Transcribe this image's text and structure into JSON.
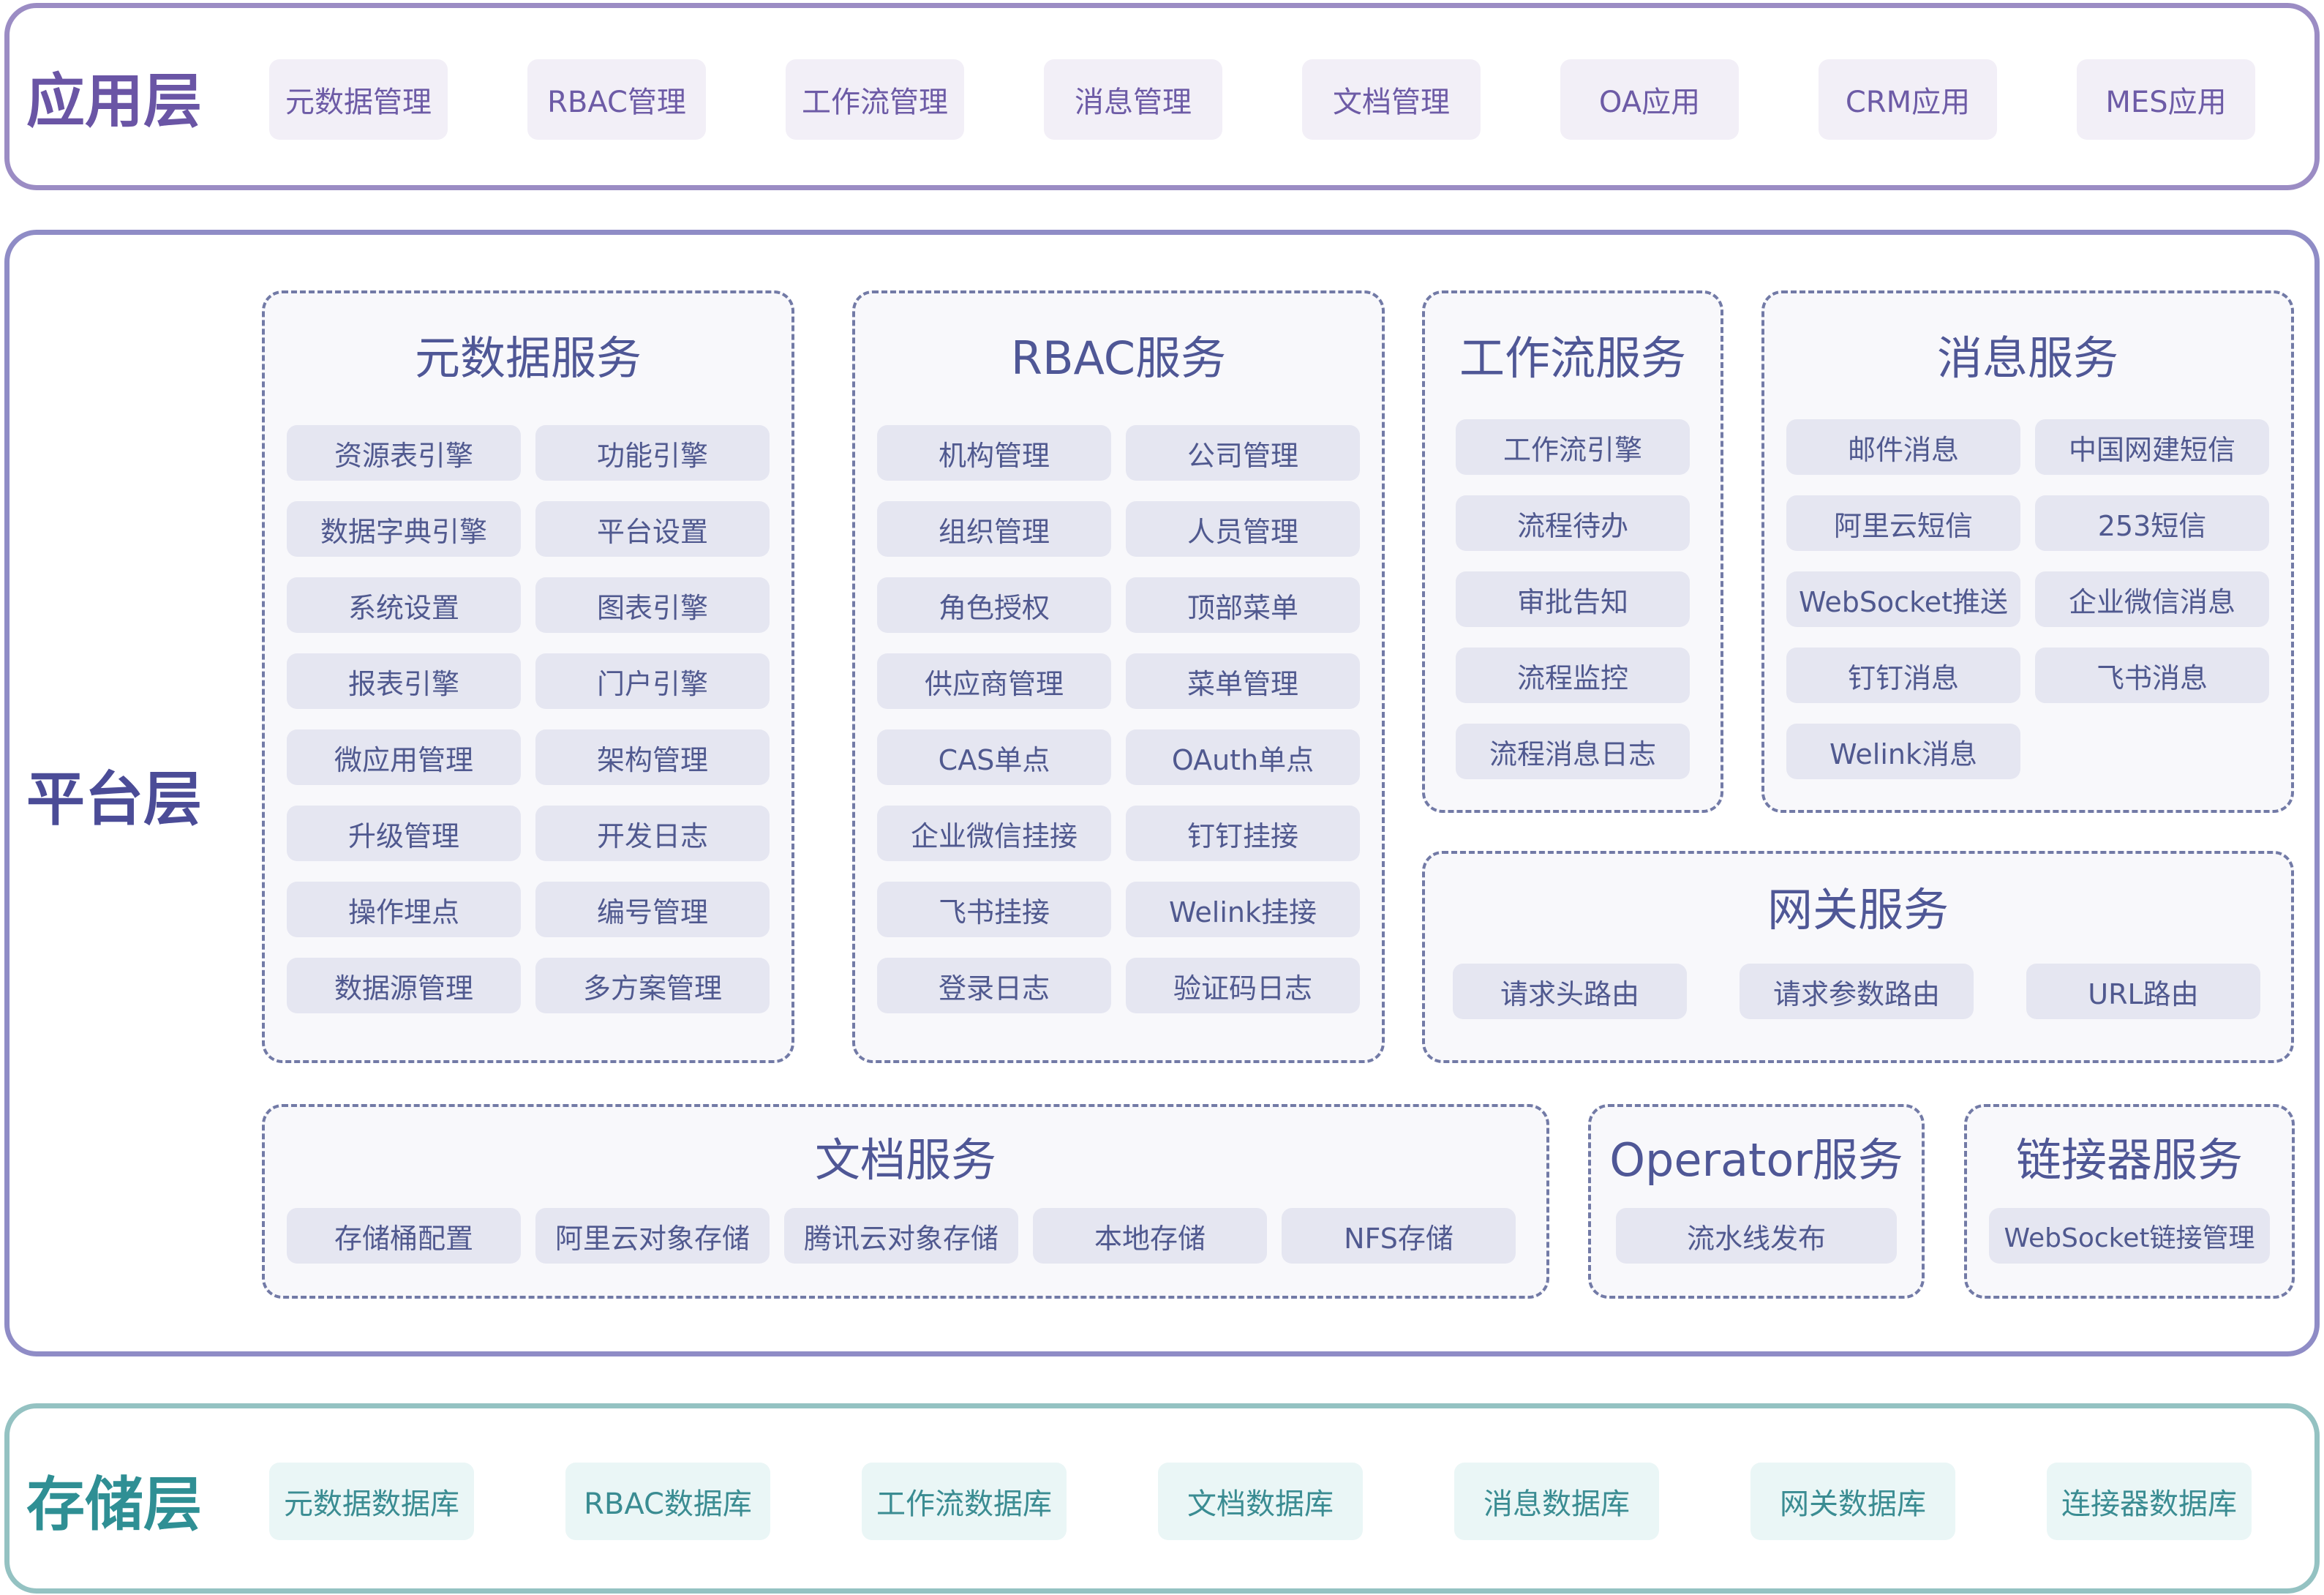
{
  "layers": {
    "app": {
      "title": "应用层",
      "items": [
        "元数据管理",
        "RBAC管理",
        "工作流管理",
        "消息管理",
        "文档管理",
        "OA应用",
        "CRM应用",
        "MES应用"
      ]
    },
    "platform": {
      "title": "平台层",
      "services": {
        "metadata": {
          "title": "元数据服务",
          "items": [
            "资源表引擎",
            "功能引擎",
            "数据字典引擎",
            "平台设置",
            "系统设置",
            "图表引擎",
            "报表引擎",
            "门户引擎",
            "微应用管理",
            "架构管理",
            "升级管理",
            "开发日志",
            "操作埋点",
            "编号管理",
            "数据源管理",
            "多方案管理"
          ]
        },
        "rbac": {
          "title": "RBAC服务",
          "items": [
            "机构管理",
            "公司管理",
            "组织管理",
            "人员管理",
            "角色授权",
            "顶部菜单",
            "供应商管理",
            "菜单管理",
            "CAS单点",
            "OAuth单点",
            "企业微信挂接",
            "钉钉挂接",
            "飞书挂接",
            "Welink挂接",
            "登录日志",
            "验证码日志"
          ]
        },
        "workflow": {
          "title": "工作流服务",
          "items": [
            "工作流引擎",
            "流程待办",
            "审批告知",
            "流程监控",
            "流程消息日志"
          ]
        },
        "message": {
          "title": "消息服务",
          "items": [
            "邮件消息",
            "中国网建短信",
            "阿里云短信",
            "253短信",
            "WebSocket推送",
            "企业微信消息",
            "钉钉消息",
            "飞书消息",
            "Welink消息"
          ]
        },
        "gateway": {
          "title": "网关服务",
          "items": [
            "请求头路由",
            "请求参数路由",
            "URL路由"
          ]
        },
        "document": {
          "title": "文档服务",
          "items": [
            "存储桶配置",
            "阿里云对象存储",
            "腾讯云对象存储",
            "本地存储",
            "NFS存储"
          ]
        },
        "operator": {
          "title": "Operator服务",
          "items": [
            "流水线发布"
          ]
        },
        "connector": {
          "title": "链接器服务",
          "items": [
            "WebSocket链接管理"
          ]
        }
      }
    },
    "storage": {
      "title": "存储层",
      "items": [
        "元数据数据库",
        "RBAC数据库",
        "工作流数据库",
        "文档数据库",
        "消息数据库",
        "网关数据库",
        "连接器数据库"
      ]
    }
  },
  "colors": {
    "app_border": "#9b8cc4",
    "platform_border": "#8f8cc6",
    "storage_border": "#94c2c2",
    "service_dash": "#727aa6"
  }
}
